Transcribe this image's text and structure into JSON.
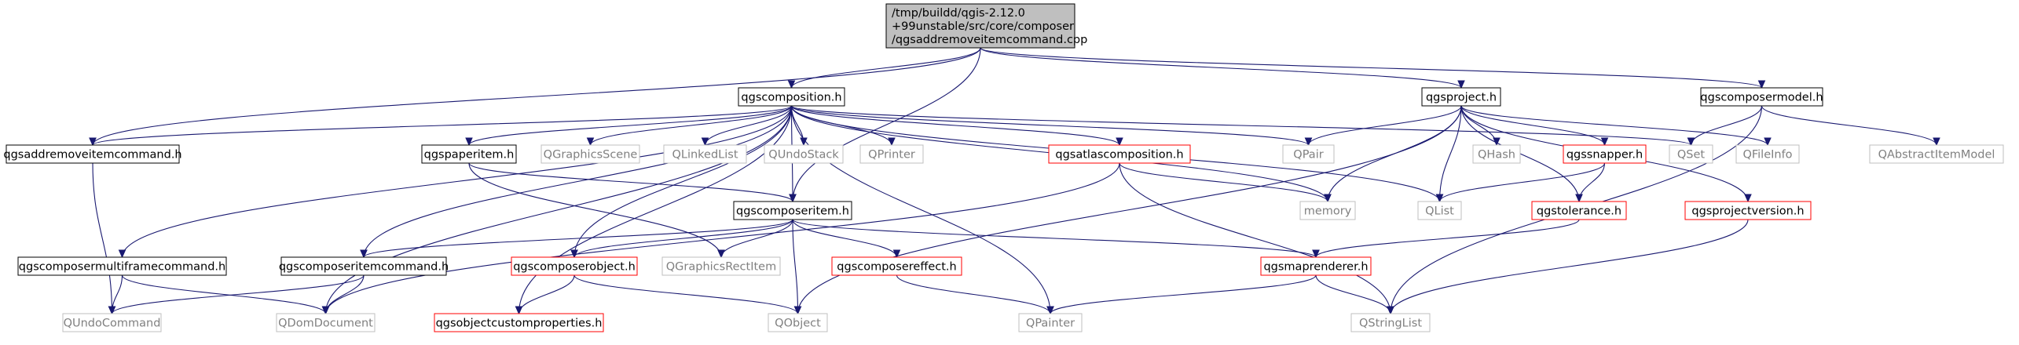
{
  "graph": {
    "root": {
      "lines": [
        "/tmp/buildd/qgis-2.12.0",
        "+99unstable/src/core/composer",
        "/qgsaddremoveitemcommand.cpp"
      ]
    },
    "nodes": [
      {
        "id": "qgscomposition",
        "label": "qgscomposition.h",
        "kind": "documented"
      },
      {
        "id": "qgsproject",
        "label": "qgsproject.h",
        "kind": "documented"
      },
      {
        "id": "qgscomposermodel",
        "label": "qgscomposermodel.h",
        "kind": "documented"
      },
      {
        "id": "qgsaddremove",
        "label": "qgsaddremoveitemcommand.h",
        "kind": "documented"
      },
      {
        "id": "qgspaperitem",
        "label": "qgspaperitem.h",
        "kind": "documented"
      },
      {
        "id": "QGraphicsScene",
        "label": "QGraphicsScene",
        "kind": "external"
      },
      {
        "id": "QLinkedList",
        "label": "QLinkedList",
        "kind": "external"
      },
      {
        "id": "QUndoStack",
        "label": "QUndoStack",
        "kind": "external"
      },
      {
        "id": "QPrinter",
        "label": "QPrinter",
        "kind": "external"
      },
      {
        "id": "qgsatlascomp",
        "label": "qgsatlascomposition.h",
        "kind": "truncated"
      },
      {
        "id": "QPair",
        "label": "QPair",
        "kind": "external"
      },
      {
        "id": "QHash",
        "label": "QHash",
        "kind": "external"
      },
      {
        "id": "qgssnapper",
        "label": "qgssnapper.h",
        "kind": "truncated"
      },
      {
        "id": "QSet",
        "label": "QSet",
        "kind": "external"
      },
      {
        "id": "QFileInfo",
        "label": "QFileInfo",
        "kind": "external"
      },
      {
        "id": "QAbstractItemModel",
        "label": "QAbstractItemModel",
        "kind": "external"
      },
      {
        "id": "qgscomposeritem",
        "label": "qgscomposeritem.h",
        "kind": "documented"
      },
      {
        "id": "memory",
        "label": "memory",
        "kind": "external"
      },
      {
        "id": "QList",
        "label": "QList",
        "kind": "external"
      },
      {
        "id": "qgstolerance",
        "label": "qgstolerance.h",
        "kind": "truncated"
      },
      {
        "id": "qgsprojectversion",
        "label": "qgsprojectversion.h",
        "kind": "truncated"
      },
      {
        "id": "qgsmultiframecmd",
        "label": "qgscomposermultiframecommand.h",
        "kind": "documented"
      },
      {
        "id": "qgsitemcmd",
        "label": "qgscomposeritemcommand.h",
        "kind": "documented"
      },
      {
        "id": "qgscomposerobject",
        "label": "qgscomposerobject.h",
        "kind": "truncated"
      },
      {
        "id": "QGraphicsRectItem",
        "label": "QGraphicsRectItem",
        "kind": "external"
      },
      {
        "id": "qgscomposereffect",
        "label": "qgscomposereffect.h",
        "kind": "truncated"
      },
      {
        "id": "qgsmaprenderer",
        "label": "qgsmaprenderer.h",
        "kind": "truncated"
      },
      {
        "id": "QUndoCommand",
        "label": "QUndoCommand",
        "kind": "external"
      },
      {
        "id": "QDomDocument",
        "label": "QDomDocument",
        "kind": "external"
      },
      {
        "id": "qgsobjcustomprops",
        "label": "qgsobjectcustomproperties.h",
        "kind": "truncated"
      },
      {
        "id": "QObject",
        "label": "QObject",
        "kind": "external"
      },
      {
        "id": "QPainter",
        "label": "QPainter",
        "kind": "external"
      },
      {
        "id": "QStringList",
        "label": "QStringList",
        "kind": "external"
      }
    ],
    "edges": [
      [
        "root",
        "qgscomposition"
      ],
      [
        "root",
        "qgsproject"
      ],
      [
        "root",
        "qgscomposermodel"
      ],
      [
        "root",
        "qgsaddremove"
      ],
      [
        "root",
        "qgscomposeritem"
      ],
      [
        "qgscomposition",
        "qgsaddremove"
      ],
      [
        "qgscomposition",
        "qgspaperitem"
      ],
      [
        "qgscomposition",
        "QGraphicsScene"
      ],
      [
        "qgscomposition",
        "QLinkedList"
      ],
      [
        "qgscomposition",
        "QUndoStack"
      ],
      [
        "qgscomposition",
        "QPrinter"
      ],
      [
        "qgscomposition",
        "qgsatlascomp"
      ],
      [
        "qgscomposition",
        "QPair"
      ],
      [
        "qgscomposition",
        "QSet"
      ],
      [
        "qgscomposition",
        "memory"
      ],
      [
        "qgscomposition",
        "QList"
      ],
      [
        "qgscomposition",
        "qgscomposeritem"
      ],
      [
        "qgscomposition",
        "qgsmultiframecmd"
      ],
      [
        "qgscomposition",
        "qgsitemcmd"
      ],
      [
        "qgscomposition",
        "qgscomposerobject"
      ],
      [
        "qgscomposition",
        "QDomDocument"
      ],
      [
        "qgscomposition",
        "qgsobjcustomprops"
      ],
      [
        "qgscomposition",
        "QPainter"
      ],
      [
        "qgsproject",
        "QPair"
      ],
      [
        "qgsproject",
        "QHash"
      ],
      [
        "qgsproject",
        "qgssnapper"
      ],
      [
        "qgsproject",
        "QFileInfo"
      ],
      [
        "qgsproject",
        "memory"
      ],
      [
        "qgsproject",
        "QList"
      ],
      [
        "qgsproject",
        "qgstolerance"
      ],
      [
        "qgsproject",
        "qgsprojectversion"
      ],
      [
        "qgsproject",
        "QObject"
      ],
      [
        "qgscomposermodel",
        "QSet"
      ],
      [
        "qgscomposermodel",
        "QAbstractItemModel"
      ],
      [
        "qgscomposermodel",
        "QStringList"
      ],
      [
        "qgsaddremove",
        "QUndoCommand"
      ],
      [
        "qgspaperitem",
        "qgscomposeritem"
      ],
      [
        "qgspaperitem",
        "QGraphicsRectItem"
      ],
      [
        "qgsatlascomp",
        "memory"
      ],
      [
        "qgsatlascomp",
        "QStringList"
      ],
      [
        "qgsatlascomp",
        "QDomDocument"
      ],
      [
        "qgssnapper",
        "QList"
      ],
      [
        "qgssnapper",
        "qgstolerance"
      ],
      [
        "qgscomposeritem",
        "qgsitemcmd"
      ],
      [
        "qgscomposeritem",
        "qgscomposerobject"
      ],
      [
        "qgscomposeritem",
        "QGraphicsRectItem"
      ],
      [
        "qgscomposeritem",
        "qgscomposereffect"
      ],
      [
        "qgscomposeritem",
        "qgsmaprenderer"
      ],
      [
        "qgscomposeritem",
        "QObject"
      ],
      [
        "qgstolerance",
        "qgsmaprenderer"
      ],
      [
        "qgsprojectversion",
        "QStringList"
      ],
      [
        "qgsmultiframecmd",
        "QUndoCommand"
      ],
      [
        "qgsmultiframecmd",
        "QDomDocument"
      ],
      [
        "qgsitemcmd",
        "QUndoCommand"
      ],
      [
        "qgsitemcmd",
        "QDomDocument"
      ],
      [
        "qgscomposerobject",
        "qgsobjcustomprops"
      ],
      [
        "qgscomposerobject",
        "QObject"
      ],
      [
        "qgscomposereffect",
        "QPainter"
      ],
      [
        "qgsmaprenderer",
        "QPainter"
      ],
      [
        "qgsmaprenderer",
        "QStringList"
      ]
    ],
    "colors": {
      "edge": "#191970",
      "root_fill": "#bfbfbf",
      "root_border": "#000000",
      "documented_border": "#000000",
      "truncated_border": "#ff0000",
      "external_border": "#bfbfbf",
      "external_text": "#808080",
      "text": "#000000"
    }
  }
}
